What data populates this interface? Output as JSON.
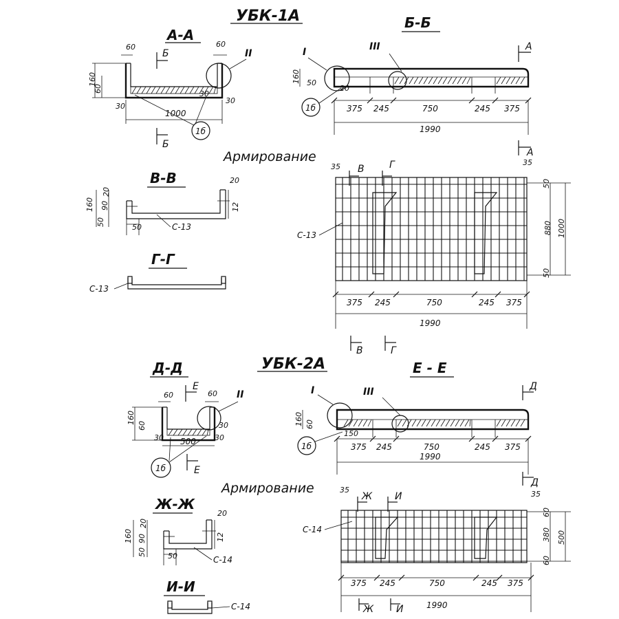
{
  "upper": {
    "title": "УБК-1А",
    "sec_aa": "А-А",
    "sec_bb": "Б-Б",
    "sec_vv": "В-В",
    "sec_gg": "Г-Г",
    "heading": "Армирование",
    "cut_b": "Б",
    "cut_a": "А",
    "cut_v": "В",
    "cut_g": "Г",
    "roman_1": "I",
    "roman_2": "II",
    "roman_3": "III",
    "callout": "1б",
    "mesh": "С-13",
    "aa_dims": {
      "w60a": "60",
      "w60b": "60",
      "h160": "160",
      "h60": "60",
      "d30a": "30",
      "d30b": "30",
      "d30c": "30",
      "w1000": "1000"
    },
    "bb_dims": {
      "h160": "160",
      "h50": "50",
      "s375a": "375",
      "s245a": "245",
      "s750": "750",
      "s245b": "245",
      "s375b": "375",
      "total": "1990",
      "d20": "20"
    },
    "vv_dims": {
      "h20a": "20",
      "h160": "160",
      "h90": "90",
      "h50": "50",
      "h20b": "20",
      "h12": "12",
      "w50": "50"
    },
    "plan_dims": {
      "e35a": "35",
      "e35b": "35",
      "s375a": "375",
      "s245a": "245",
      "s750": "750",
      "s245b": "245",
      "s375b": "375",
      "total": "1990",
      "v50a": "50",
      "v880": "880",
      "v1000": "1000",
      "v50b": "50"
    }
  },
  "lower": {
    "title": "УБК-2А",
    "sec_dd": "Д-Д",
    "sec_ee": "Е - Е",
    "sec_zhzh": "Ж-Ж",
    "sec_ii": "И-И",
    "heading": "Армирование",
    "cut_e": "Е",
    "cut_d": "Д",
    "cut_zh": "Ж",
    "cut_i": "И",
    "roman_1": "I",
    "roman_2": "II",
    "roman_3": "III",
    "callout": "1б",
    "mesh": "С-14",
    "dd_dims": {
      "w60a": "60",
      "w60b": "60",
      "h160": "160",
      "h60": "60",
      "d30a": "30",
      "d30b": "30",
      "d30c": "30",
      "w500": "500"
    },
    "ee_dims": {
      "h160": "160",
      "h60": "60",
      "d150": "150",
      "s375a": "375",
      "s245a": "245",
      "s750": "750",
      "s245b": "245",
      "s375b": "375",
      "total": "1990"
    },
    "zh_dims": {
      "h20a": "20",
      "h160": "160",
      "h90": "90",
      "h50": "50",
      "h20b": "20",
      "h12": "12",
      "w50": "50"
    },
    "plan_dims": {
      "e35a": "35",
      "e35b": "35",
      "s375a": "375",
      "s245a": "245",
      "s750": "750",
      "s245b": "245",
      "s375b": "375",
      "total": "1990",
      "v60a": "60",
      "v380": "380",
      "v500": "500",
      "v60b": "60"
    }
  }
}
